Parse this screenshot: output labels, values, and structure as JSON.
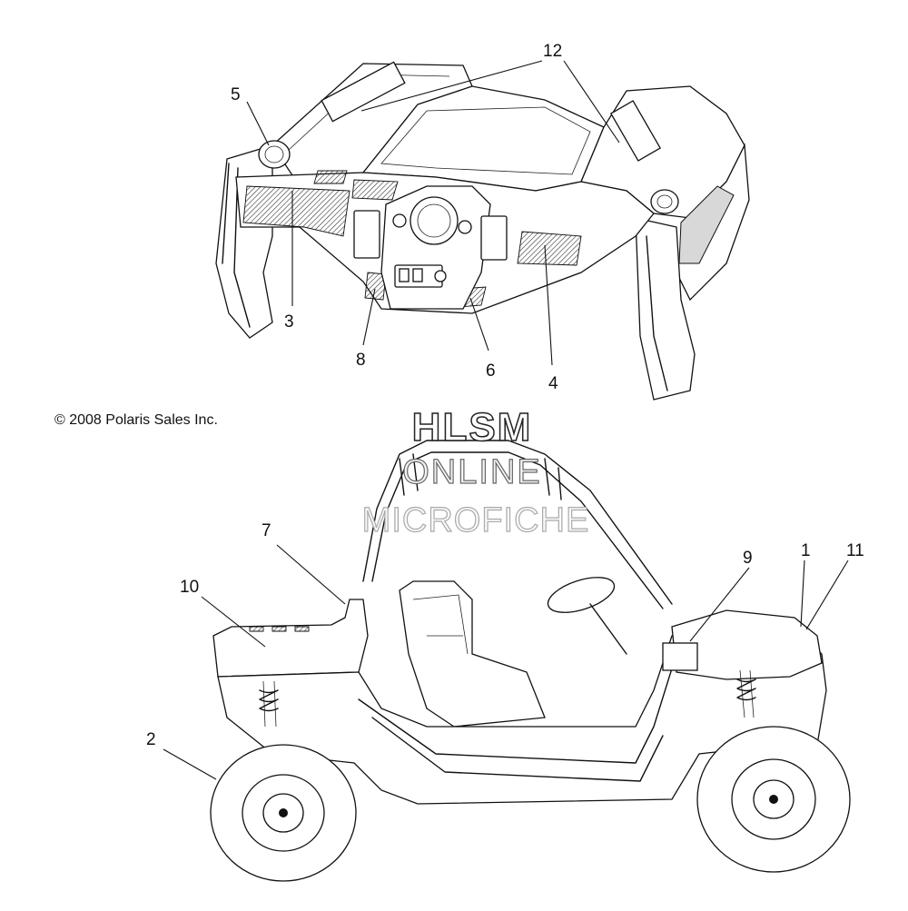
{
  "copyright": "© 2008 Polaris Sales Inc.",
  "watermark": {
    "line1": "HLSM",
    "line2": "ONLINE",
    "line3": "MICROFICHE"
  },
  "callouts": {
    "c1": "1",
    "c2": "2",
    "c3": "3",
    "c4": "4",
    "c5": "5",
    "c6": "6",
    "c7": "7",
    "c8": "8",
    "c9": "9",
    "c10": "10",
    "c11": "11",
    "c12": "12"
  }
}
